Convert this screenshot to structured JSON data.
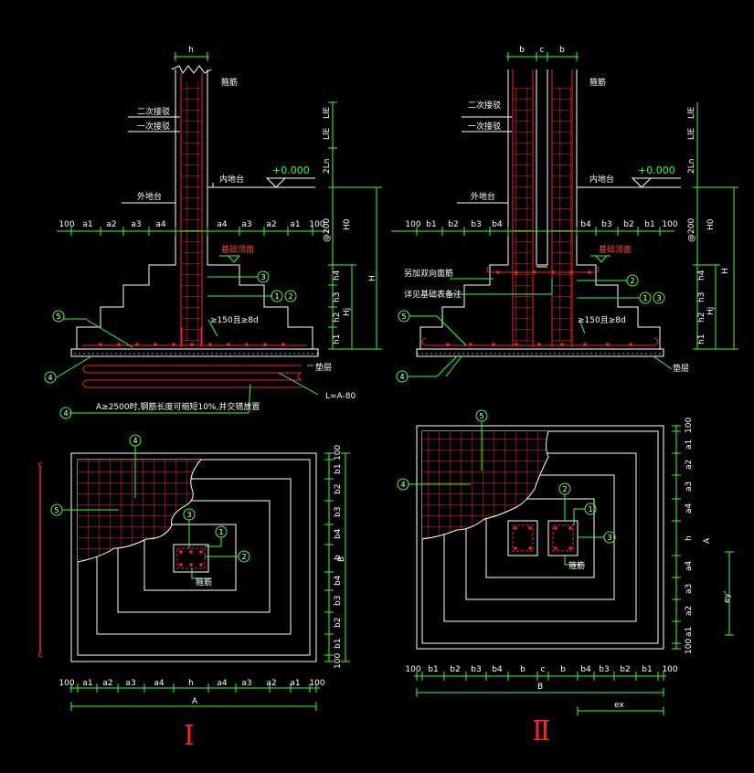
{
  "colors": {
    "background": "#000000",
    "outline": "#ffffff",
    "rebar": "#ff2020",
    "leader": "#33ff33"
  },
  "d1": {
    "h_label": "h",
    "zhuangjin": "箍筋",
    "erci": "二次接驳",
    "yici": "一次接驳",
    "neiditai": "内地台",
    "elevation": "+0.000",
    "waiditai": "外地台",
    "jichu_top": "基础顶面",
    "anchor": "≥150且≥8d",
    "dianceng": "垫层",
    "L_eq": "L=A-80",
    "note": "A≥2500时,钢筋长度可缩短10%,并交错放置",
    "dims_top": [
      "100",
      "a1",
      "a2",
      "a3",
      "a4",
      "a4",
      "a3",
      "a2",
      "a1",
      "100"
    ],
    "right_dims": [
      "LlE",
      "LlE",
      "2Ln",
      "@200",
      "H0",
      "h4",
      "h3",
      "h2",
      "h1"
    ],
    "big_H": "H",
    "big_Hj": "Hj",
    "circles": [
      "3",
      "1",
      "2",
      "5",
      "4",
      "4"
    ]
  },
  "d2": {
    "b1": "b",
    "c": "c",
    "b2": "b",
    "zhuangjin": "箍筋",
    "erci": "二次接驳",
    "yici": "一次接驳",
    "neiditai": "内地台",
    "elevation": "+0.000",
    "waiditai": "外地台",
    "jichu_top": "基础顶面",
    "note1": "另加双向面筋",
    "note2": "详见基础表备注",
    "anchor": "≥150且≥8d",
    "dianceng": "垫层",
    "dims_top": [
      "100",
      "b1",
      "b2",
      "b3",
      "b4",
      "b4",
      "b3",
      "b2",
      "b1",
      "100"
    ],
    "right_dims": [
      "LlE",
      "LlE",
      "2Ln",
      "@200",
      "H0",
      "h4",
      "h3",
      "h2",
      "h1"
    ],
    "big_H": "H",
    "big_Hj": "Hj",
    "circles": [
      "2",
      "1",
      "3",
      "5",
      "4"
    ]
  },
  "p1": {
    "right_dims": [
      "100",
      "b1",
      "b2",
      "b3",
      "b4",
      "b",
      "b4",
      "b3",
      "b2",
      "b1",
      "100"
    ],
    "B": "B",
    "bottom_dims": [
      "100",
      "a1",
      "a2",
      "a3",
      "a4",
      "h",
      "a4",
      "a3",
      "a2",
      "a1",
      "100"
    ],
    "A": "A",
    "gujin": "箍筋",
    "circles": [
      "4",
      "5",
      "3",
      "1",
      "2"
    ],
    "roman": "Ⅰ"
  },
  "p2": {
    "right_dims": [
      "100",
      "a1",
      "a2",
      "a3",
      "a4",
      "h",
      "a4",
      "a3",
      "a2",
      "a1",
      "100"
    ],
    "A": "A",
    "ey": "ey'",
    "bottom_dims": [
      "100",
      "b1",
      "b2",
      "b3",
      "b4",
      "b",
      "c",
      "b",
      "b4",
      "b3",
      "b2",
      "b1",
      "100"
    ],
    "B": "B",
    "ex": "ex",
    "gujin": "箍筋",
    "circles": [
      "5",
      "4",
      "2",
      "1",
      "3"
    ],
    "roman": "Ⅱ"
  }
}
